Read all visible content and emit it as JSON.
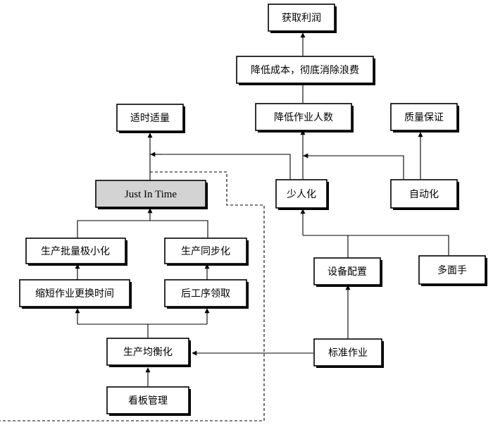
{
  "nodes": {
    "profit": "获取利润",
    "cost_waste": "降低成本，彻底消除浪费",
    "headcount": "降低作业人数",
    "quality": "质量保证",
    "jit_right": "适时适量",
    "jit": "Just In Time",
    "few_people": "少人化",
    "autonomation": "自动化",
    "small_lot": "生产批量极小化",
    "sync": "生产同步化",
    "changeover": "缩短作业更换时间",
    "pull": "后工序领取",
    "equipment": "设备配置",
    "multi_skill": "多面手",
    "leveling": "生产均衡化",
    "standard_work": "标准作业",
    "kanban": "看板管理"
  }
}
